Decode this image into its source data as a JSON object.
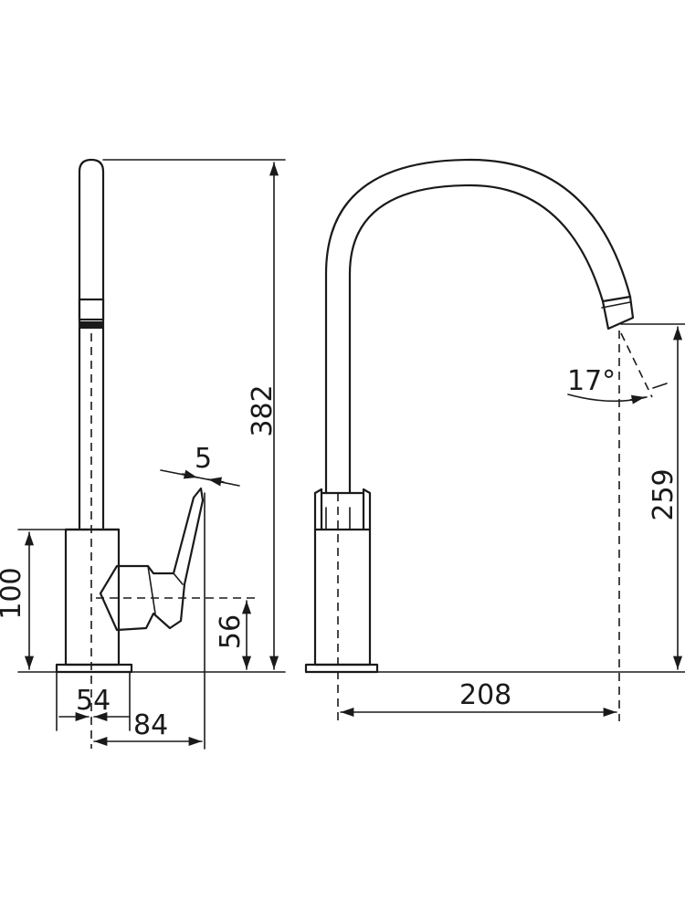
{
  "dimensions": {
    "height_total": "382",
    "handle_clearance": "5",
    "base_height": "100",
    "handle_height": "56",
    "base_width": "54",
    "handle_reach": "84",
    "spout_reach": "208",
    "spout_height": "259",
    "spout_angle": "17°"
  }
}
